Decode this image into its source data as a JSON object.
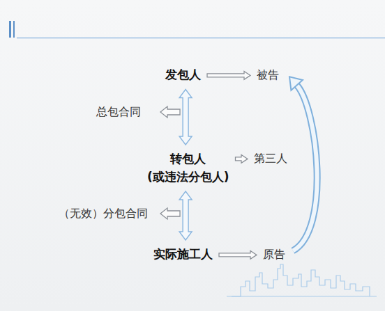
{
  "diagram": {
    "nodes": [
      {
        "text": [
          "发包人"
        ]
      },
      {
        "text": [
          "被告"
        ]
      },
      {
        "text": [
          "转包人 (或违法分包人)"
        ]
      },
      {
        "text": [
          "第三人"
        ]
      },
      {
        "text": [
          "实际施工人"
        ]
      },
      {
        "text": [
          "原告"
        ]
      }
    ],
    "edges": [
      {
        "from": 0,
        "to": 1,
        "arrow": "to"
      },
      {
        "from": 0,
        "to": 2,
        "arrow": "both"
      },
      {
        "from": 2,
        "to": 3,
        "arrow": "to"
      },
      {
        "from": 2,
        "to": 4,
        "arrow": "both"
      },
      {
        "from": 4,
        "to": 5,
        "arrow": "to"
      },
      {
        "from": 5,
        "to": 1,
        "arrow": "to"
      }
    ],
    "labels": [
      "总包合同",
      "（无效）分包合同"
    ]
  }
}
